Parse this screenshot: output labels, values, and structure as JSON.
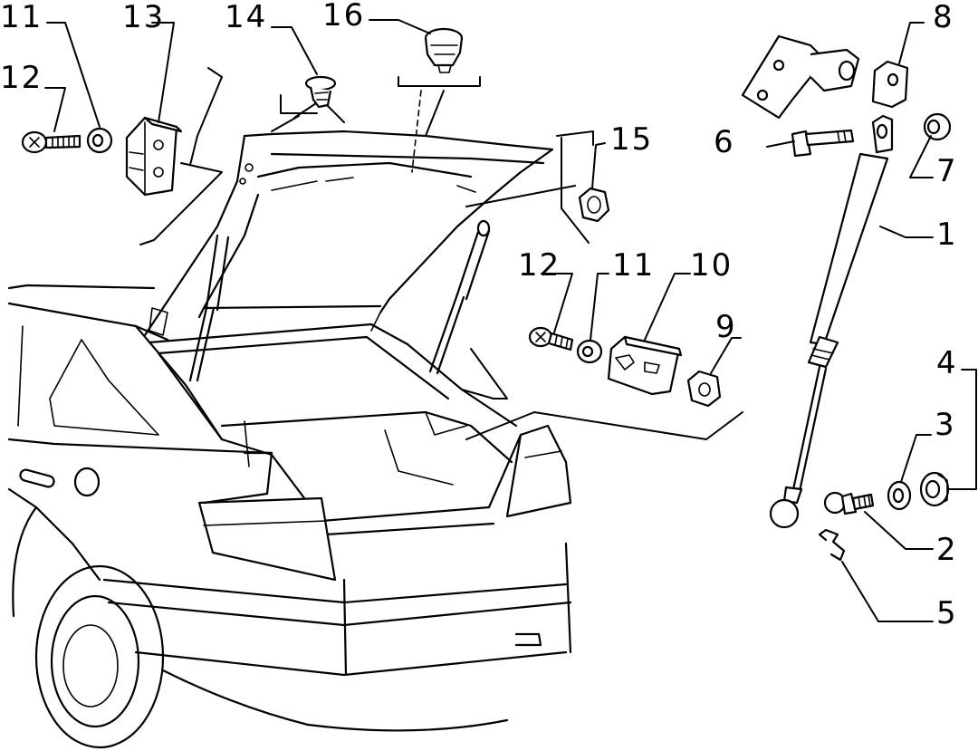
{
  "labels": {
    "l1": "1",
    "l2": "2",
    "l3": "3",
    "l4": "4",
    "l5": "5",
    "l6": "6",
    "l7": "7",
    "l8": "8",
    "l9": "9",
    "l10": "10",
    "l11a": "11",
    "l11b": "11",
    "l12a": "12",
    "l12b": "12",
    "l13": "13",
    "l14": "14",
    "l15": "15",
    "l16": "16"
  }
}
